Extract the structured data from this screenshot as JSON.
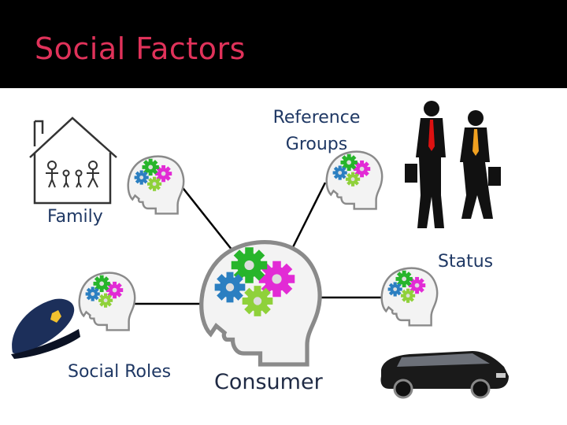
{
  "slide": {
    "title": "Social Factors",
    "title_color": "#e0325a",
    "label_color": "#1f3864"
  },
  "nodes": {
    "reference_groups": "Reference\nGroups",
    "family": "Family",
    "status": "Status",
    "social_roles": "Social Roles",
    "consumer": "Consumer"
  },
  "icons": [
    "house-family-icon",
    "businessmen-icon",
    "police-cap-icon",
    "limousine-icon",
    "head-gears-icon"
  ],
  "gear_colors": [
    "#27b52b",
    "#e22bd5",
    "#2b7fc1",
    "#8fd13a"
  ]
}
